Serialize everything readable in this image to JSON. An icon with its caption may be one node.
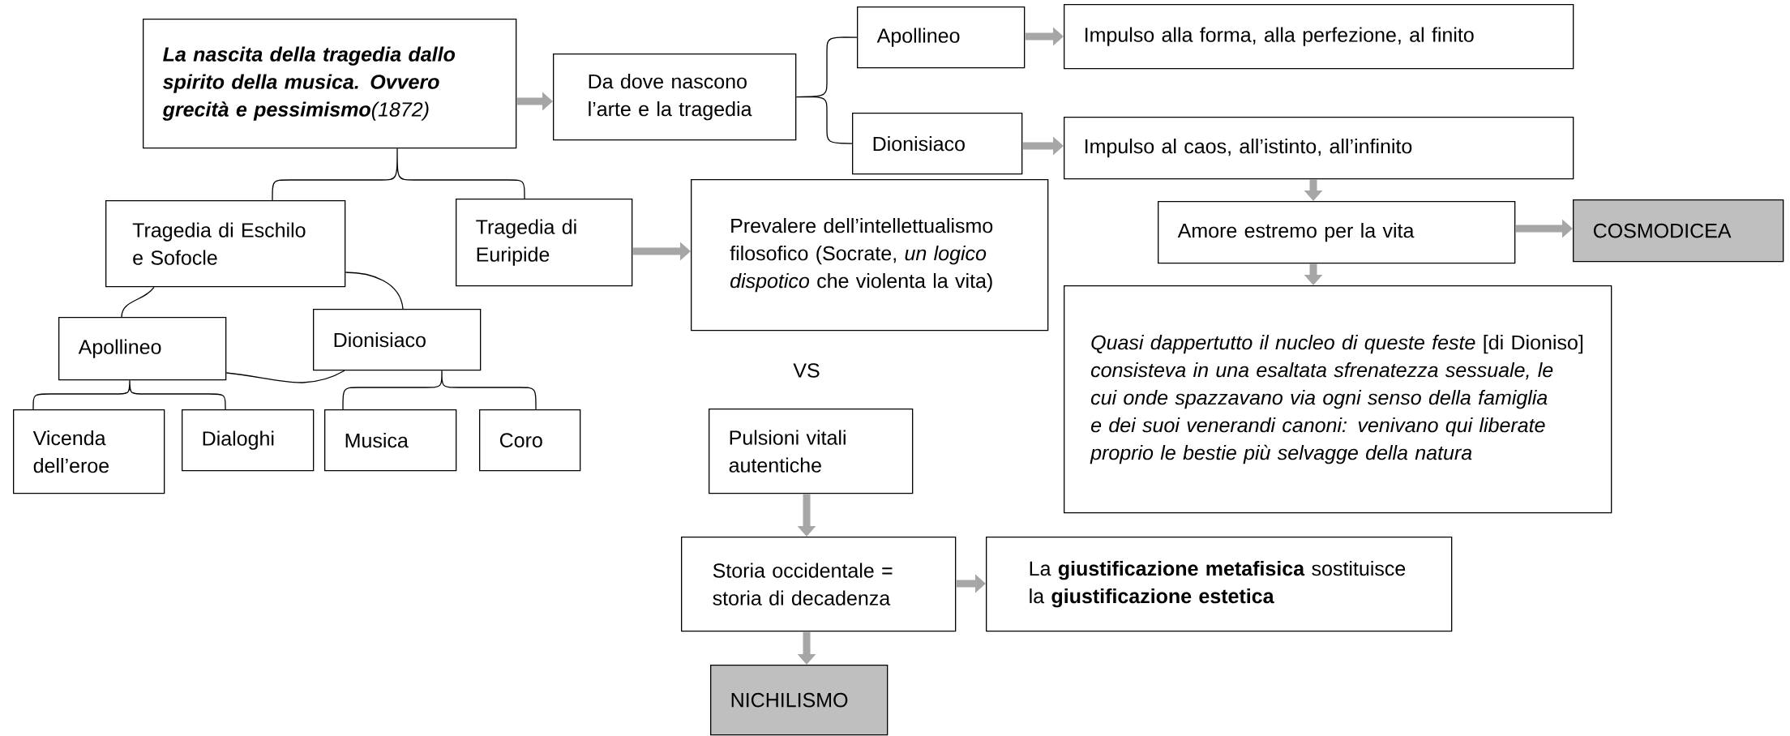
{
  "diagram": {
    "nodes": [
      {
        "text": [
          "**La nascita della tragedia dallo spirito della musica. Ovvero grecità e pessimismo**(1872)"
        ]
      },
      {
        "text": [
          "Da dove nascono l’arte e la tragedia"
        ]
      },
      {
        "text": [
          "Apollineo"
        ]
      },
      {
        "text": [
          "Dionisiaco"
        ]
      },
      {
        "text": [
          "Impulso alla forma, alla perfezione, al finito"
        ]
      },
      {
        "text": [
          "Impulso al caos, all’istinto, all’infinito"
        ]
      },
      {
        "text": [
          "Amore estremo per la vita"
        ]
      },
      {
        "text": [
          "COSMODICEA"
        ]
      },
      {
        "text": [
          "*Quasi dappertutto il nucleo di queste feste* [di Dioniso] *consisteva in una esaltata sfrenatezza sessuale, le cui onde spazzavano via ogni senso della famiglia e dei suoi venerandi canoni: venivano qui liberate proprio le bestie più selvagge della natura*"
        ]
      },
      {
        "text": [
          "Tragedia  di Eschilo e Sofocle"
        ]
      },
      {
        "text": [
          "Tragedia  di Euripide"
        ]
      },
      {
        "text": [
          "Prevalere dell’intellettualismo filosofico (Socrate, *un logico dispotico* che violenta la vita)"
        ]
      },
      {
        "text": [
          "Apollineo"
        ]
      },
      {
        "text": [
          "Dionisiaco"
        ]
      },
      {
        "text": [
          "Vicenda dell’eroe"
        ]
      },
      {
        "text": [
          "Dialoghi"
        ]
      },
      {
        "text": [
          "Musica"
        ]
      },
      {
        "text": [
          "Coro"
        ]
      },
      {
        "text": [
          "Pulsioni vitali autentiche"
        ]
      },
      {
        "text": [
          "Storia occidentale = storia di decadenza"
        ]
      },
      {
        "text": [
          "La **giustificazione metafisica** sostituisce la **giustificazione estetica**"
        ]
      },
      {
        "text": [
          "NICHILISMO"
        ]
      }
    ],
    "edges": [
      {
        "from": 0,
        "to": 1,
        "arrow": "to",
        "style": "thick",
        "color": "#a6a6a6"
      },
      {
        "from": 1,
        "to": 2,
        "arrow": "none"
      },
      {
        "from": 1,
        "to": 3,
        "arrow": "none"
      },
      {
        "from": 2,
        "to": 4,
        "arrow": "to",
        "style": "thick",
        "color": "#a6a6a6"
      },
      {
        "from": 3,
        "to": 5,
        "arrow": "to",
        "style": "thick",
        "color": "#a6a6a6"
      },
      {
        "from": 5,
        "to": 6,
        "arrow": "to",
        "style": "thick",
        "color": "#a6a6a6"
      },
      {
        "from": 6,
        "to": 7,
        "arrow": "to",
        "style": "thick",
        "color": "#a6a6a6"
      },
      {
        "from": 6,
        "to": 8,
        "arrow": "to",
        "style": "thick",
        "color": "#a6a6a6"
      },
      {
        "from": 0,
        "to": 9,
        "arrow": "none"
      },
      {
        "from": 0,
        "to": 10,
        "arrow": "none"
      },
      {
        "from": 10,
        "to": 11,
        "arrow": "to",
        "style": "thick",
        "color": "#a6a6a6"
      },
      {
        "from": 9,
        "to": 12,
        "arrow": "none"
      },
      {
        "from": 9,
        "to": 13,
        "arrow": "none"
      },
      {
        "from": 12,
        "to": 13,
        "arrow": "none"
      },
      {
        "from": 12,
        "to": 14,
        "arrow": "none"
      },
      {
        "from": 12,
        "to": 15,
        "arrow": "none"
      },
      {
        "from": 13,
        "to": 16,
        "arrow": "none"
      },
      {
        "from": 13,
        "to": 17,
        "arrow": "none"
      },
      {
        "from": 18,
        "to": 19,
        "arrow": "to",
        "style": "thick",
        "color": "#a6a6a6"
      },
      {
        "from": 19,
        "to": 20,
        "arrow": "to",
        "style": "thick",
        "color": "#a6a6a6"
      },
      {
        "from": 19,
        "to": 21,
        "arrow": "to",
        "style": "thick",
        "color": "#a6a6a6"
      }
    ],
    "labels": [
      "VS"
    ]
  }
}
